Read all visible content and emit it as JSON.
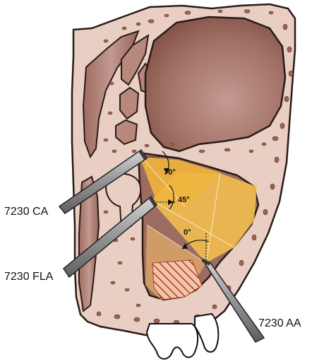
{
  "labels": {
    "scope_ca": "7230 CA",
    "scope_fla": "7230 FLA",
    "scope_aa": "7230 AA"
  },
  "angles": {
    "angle_70": "70°",
    "angle_45": "45°",
    "angle_0": "0°"
  },
  "colors": {
    "bone": "#e9cfc3",
    "bone_outline": "#2a1a16",
    "bone_pores": "#9a6455",
    "cavity": "#b9897d",
    "sinus_dark": "#8f5e54",
    "field_70": "#f0b53d",
    "field_45": "#f7c24e",
    "field_0": "#e6b069",
    "hatch": "#b23a2f",
    "scope_metal": "#9c9c9c",
    "tooth": "#ffffff"
  }
}
